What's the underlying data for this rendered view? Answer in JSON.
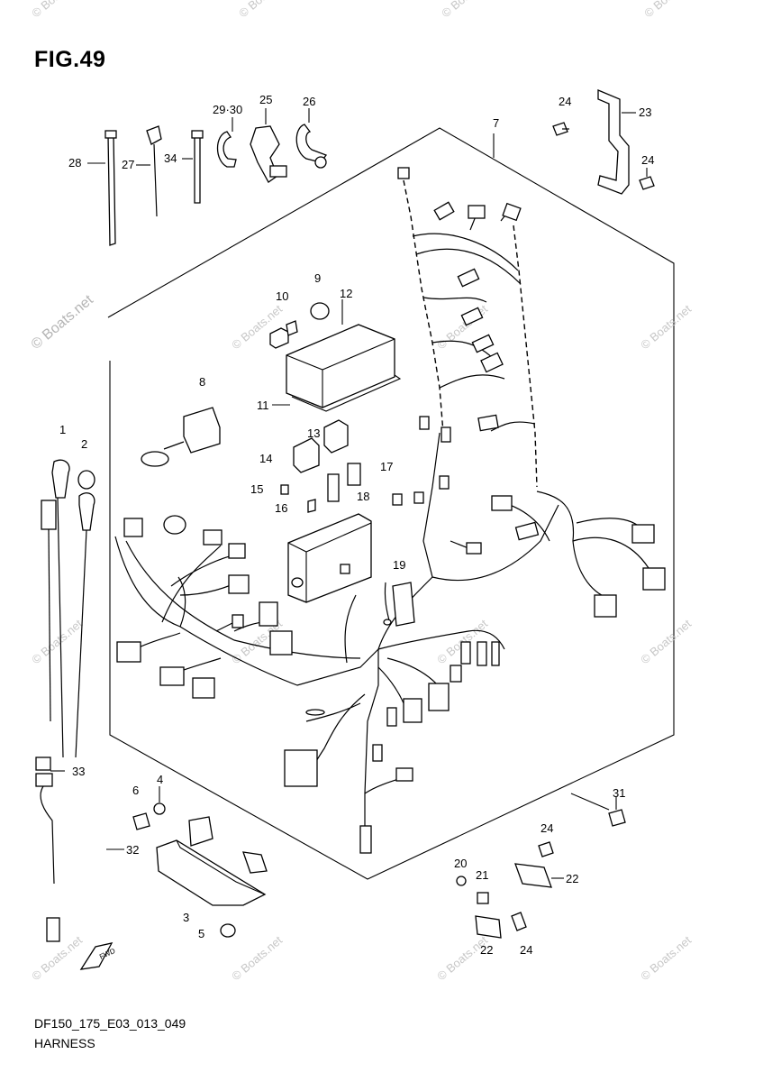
{
  "figure": {
    "title": "FIG.49",
    "code": "DF150_175_E03_013_049",
    "name": "HARNESS"
  },
  "watermark": "© Boats.net",
  "fwd_label": "FWD",
  "callouts": {
    "c1": "1",
    "c2": "2",
    "c3": "3",
    "c4": "4",
    "c5": "5",
    "c6": "6",
    "c7": "7",
    "c8": "8",
    "c9": "9",
    "c10": "10",
    "c11": "11",
    "c12": "12",
    "c13": "13",
    "c14": "14",
    "c15": "15",
    "c16": "16",
    "c17": "17",
    "c18": "18",
    "c19": "19",
    "c20": "20",
    "c21": "21",
    "c22a": "22",
    "c22b": "22",
    "c23": "23",
    "c24a": "24",
    "c24b": "24",
    "c24c": "24",
    "c24d": "24",
    "c25": "25",
    "c26": "26",
    "c27": "27",
    "c28": "28",
    "c2930": "29·30",
    "c31": "31",
    "c32": "32",
    "c33": "33",
    "c34": "34"
  }
}
